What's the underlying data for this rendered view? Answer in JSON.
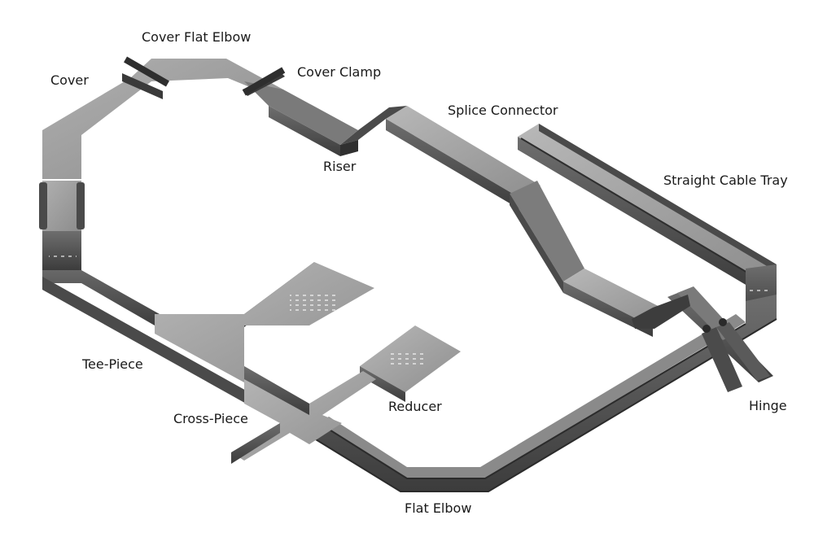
{
  "labels": {
    "cover_flat_elbow": "Cover Flat Elbow",
    "cover": "Cover",
    "cover_clamp": "Cover Clamp",
    "splice_connector": "Splice Connector",
    "riser": "Riser",
    "straight_cable_tray": "Straight Cable Tray",
    "tee_piece": "Tee-Piece",
    "reducer": "Reducer",
    "cross_piece": "Cross-Piece",
    "hinge": "Hinge",
    "flat_elbow": "Flat Elbow"
  },
  "colors": {
    "tray_top": "#a6a6a6",
    "tray_side": "#5e5e5e",
    "tray_dark": "#3a3a3a",
    "tray_light": "#c4c4c4",
    "label_text": "#1a1a1a"
  }
}
